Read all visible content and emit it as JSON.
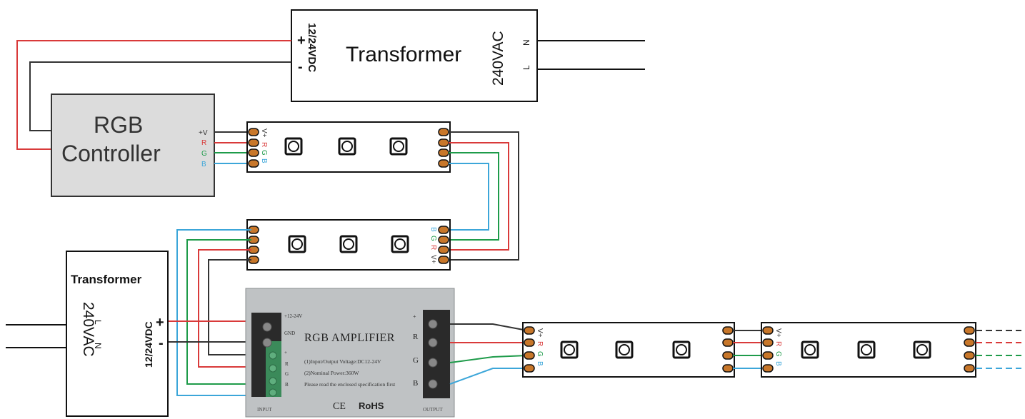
{
  "transformer_top": {
    "title": "Transformer",
    "dc_label": "12/24VDC",
    "plus": "+",
    "minus": "-",
    "ac_label": "240VAC",
    "n": "N",
    "l": "L"
  },
  "controller": {
    "line1": "RGB",
    "line2": "Controller",
    "pins": [
      "+V",
      "R",
      "G",
      "B"
    ]
  },
  "strip_pin_labels": {
    "v": "V+",
    "r": "R",
    "g": "G",
    "b": "B"
  },
  "transformer_bottom": {
    "title": "Transformer",
    "ac_label": "240VAC",
    "l": "L",
    "n": "N",
    "dc_label": "12/24VDC",
    "plus": "+",
    "minus": "-"
  },
  "amplifier": {
    "title": "RGB AMPLIFIER",
    "input_voltage": "+12-24V",
    "gnd": "GND",
    "in_plus": "+",
    "in_r": "R",
    "in_g": "G",
    "in_b": "B",
    "spec1": "(1)Input/Output Voltage:DC12-24V",
    "spec2": "(2)Nominal Power:360W",
    "spec3": "Please read the enclosed specification first",
    "input_label": "INPUT",
    "output_label": "OUTPUT",
    "ce": "CE",
    "rohs": "RoHS",
    "out_plus": "+",
    "out_r": "R",
    "out_g": "G",
    "out_b": "B"
  },
  "colors": {
    "red_wire": "#d93a3a",
    "green_wire": "#1e9b4a",
    "blue_wire": "#3ca6d9",
    "black_wire": "#333333",
    "pad": "#c8772a",
    "controller_fill": "#dcdcdc",
    "amplifier_fill": "#bfc2c4"
  }
}
